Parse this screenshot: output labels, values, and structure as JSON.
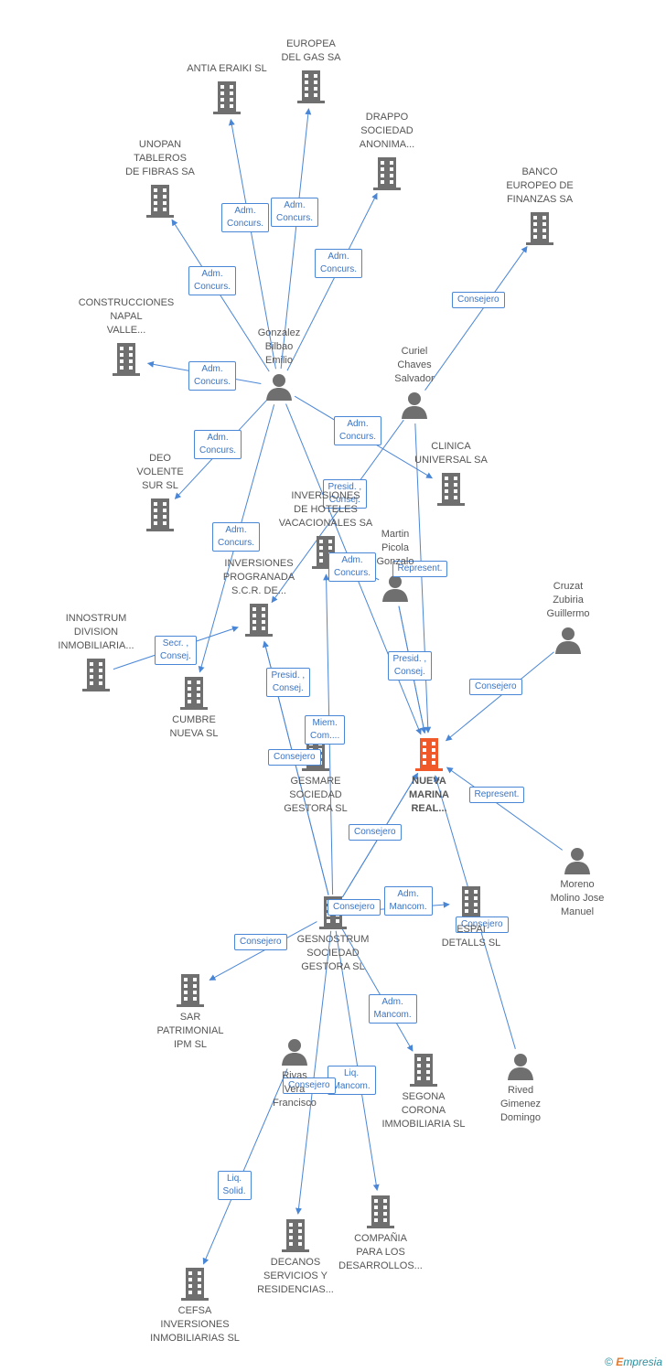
{
  "colors": {
    "company": "#6f6f6f",
    "person": "#6f6f6f",
    "focal": "#f05a2a",
    "edge": "#4a86d6"
  },
  "nodes": [
    {
      "id": "nueva",
      "label": "NUEVA\nMARINA\nREAL...",
      "kind": "company",
      "focal": true
    },
    {
      "id": "antia",
      "label": "ANTIA ERAIKI SL",
      "kind": "company"
    },
    {
      "id": "europea",
      "label": "EUROPEA\nDEL GAS SA",
      "kind": "company"
    },
    {
      "id": "drappo",
      "label": "DRAPPO\nSOCIEDAD\nANONIMA...",
      "kind": "company"
    },
    {
      "id": "unopan",
      "label": "UNOPAN\nTABLEROS\nDE FIBRAS SA",
      "kind": "company"
    },
    {
      "id": "banco",
      "label": "BANCO\nEUROPEO DE\nFINANZAS SA",
      "kind": "company"
    },
    {
      "id": "construcciones",
      "label": "CONSTRUCCIONES\nNAPAL\nVALLE...",
      "kind": "company"
    },
    {
      "id": "gonzalez",
      "label": "Gonzalez\nBilbao\nEmilio",
      "kind": "person"
    },
    {
      "id": "curiel",
      "label": "Curiel\nChaves\nSalvador",
      "kind": "person"
    },
    {
      "id": "clinica",
      "label": "CLINICA\nUNIVERSAL SA",
      "kind": "company"
    },
    {
      "id": "deo",
      "label": "DEO\nVOLENTE\nSUR SL",
      "kind": "company"
    },
    {
      "id": "inversiones_hot",
      "label": "INVERSIONES\nDE HOTELES\nVACACIONALES SA",
      "kind": "company"
    },
    {
      "id": "martin",
      "label": "Martin\nPicola\nGonzalo",
      "kind": "person"
    },
    {
      "id": "cruzat",
      "label": "Cruzat\nZubiria\nGuillermo",
      "kind": "person"
    },
    {
      "id": "inversiones_prog",
      "label": "INVERSIONES\nPROGRANADA\nS.C.R. DE...",
      "kind": "company"
    },
    {
      "id": "innostrum",
      "label": "INNOSTRUM\nDIVISION\nINMOBILIARIA...",
      "kind": "company"
    },
    {
      "id": "cumbre",
      "label": "CUMBRE\nNUEVA SL",
      "kind": "company"
    },
    {
      "id": "gesmare",
      "label": "GESMARE\nSOCIEDAD\nGESTORA SL",
      "kind": "company"
    },
    {
      "id": "moreno",
      "label": "Moreno\nMolino Jose\nManuel",
      "kind": "person"
    },
    {
      "id": "gesnostrum",
      "label": "GESNOSTRUM\nSOCIEDAD\nGESTORA SL",
      "kind": "company"
    },
    {
      "id": "espai",
      "label": "ESPAI\nDETALLS SL",
      "kind": "company"
    },
    {
      "id": "sar",
      "label": "SAR\nPATRIMONIAL\nIPM SL",
      "kind": "company"
    },
    {
      "id": "rivas",
      "label": "Rivas\nVera\nFrancisco",
      "kind": "person"
    },
    {
      "id": "segona",
      "label": "SEGONA\nCORONA\nIMMOBILIARIA SL",
      "kind": "company"
    },
    {
      "id": "rived",
      "label": "Rived\nGimenez\nDomingo",
      "kind": "person"
    },
    {
      "id": "cefsa",
      "label": "CEFSA\nINVERSIONES\nINMOBILIARIAS SL",
      "kind": "company"
    },
    {
      "id": "decanos",
      "label": "DECANOS\nSERVICIOS Y\nRESIDENCIAS...",
      "kind": "company"
    },
    {
      "id": "compania",
      "label": "COMPAÑIA\nPARA LOS\nDESARROLLOS...",
      "kind": "company"
    }
  ],
  "edges": [
    {
      "from": "gonzalez",
      "to": "antia",
      "label": "Adm.\nConcurs."
    },
    {
      "from": "gonzalez",
      "to": "europea",
      "label": "Adm.\nConcurs."
    },
    {
      "from": "gonzalez",
      "to": "drappo",
      "label": "Adm.\nConcurs."
    },
    {
      "from": "gonzalez",
      "to": "unopan",
      "label": "Adm.\nConcurs."
    },
    {
      "from": "gonzalez",
      "to": "construcciones",
      "label": "Adm.\nConcurs."
    },
    {
      "from": "gonzalez",
      "to": "clinica",
      "label": "Adm.\nConcurs."
    },
    {
      "from": "gonzalez",
      "to": "deo",
      "label": "Adm.\nConcurs."
    },
    {
      "from": "gonzalez",
      "to": "cumbre",
      "label": "Adm.\nConcurs."
    },
    {
      "from": "gonzalez",
      "to": "nueva",
      "label": ""
    },
    {
      "from": "curiel",
      "to": "banco",
      "label": "Consejero"
    },
    {
      "from": "curiel",
      "to": "inversiones_prog",
      "label": "Presid. ,\nConsej."
    },
    {
      "from": "curiel",
      "to": "nueva",
      "label": ""
    },
    {
      "from": "martin",
      "to": "inversiones_hot",
      "label": "Adm.\nConcurs."
    },
    {
      "from": "martin",
      "to": "nueva",
      "label": "Represent."
    },
    {
      "from": "martin",
      "to": "nueva",
      "label": "Presid. ,\nConsej."
    },
    {
      "from": "cruzat",
      "to": "nueva",
      "label": "Consejero"
    },
    {
      "from": "moreno",
      "to": "nueva",
      "label": "Represent."
    },
    {
      "from": "innostrum",
      "to": "inversiones_prog",
      "label": "Secr. ,\nConsej."
    },
    {
      "from": "gesnostrum",
      "to": "inversiones_prog",
      "label": "Presid. ,\nConsej."
    },
    {
      "from": "gesnostrum",
      "to": "inversiones_hot",
      "label": "Miem.\nCom...."
    },
    {
      "from": "gesnostrum",
      "to": "inversiones_prog",
      "label": "Consejero"
    },
    {
      "from": "gesnostrum",
      "to": "nueva",
      "label": "Consejero"
    },
    {
      "from": "gesnostrum",
      "to": "nueva",
      "label": "Consejero"
    },
    {
      "from": "gesnostrum",
      "to": "espai",
      "label": "Adm.\nMancom."
    },
    {
      "from": "gesnostrum",
      "to": "sar",
      "label": "Consejero"
    },
    {
      "from": "gesnostrum",
      "to": "segona",
      "label": "Adm.\nMancom."
    },
    {
      "from": "gesnostrum",
      "to": "compania",
      "label": "Liq.\nMancom."
    },
    {
      "from": "gesnostrum",
      "to": "decanos",
      "label": "Consejero"
    },
    {
      "from": "rived",
      "to": "nueva",
      "label": "Consejero"
    },
    {
      "from": "rivas",
      "to": "cefsa",
      "label": "Liq.\nSolid."
    }
  ],
  "footer": {
    "copyright": "©",
    "brand_initial": "E",
    "brand_rest": "mpresia"
  }
}
